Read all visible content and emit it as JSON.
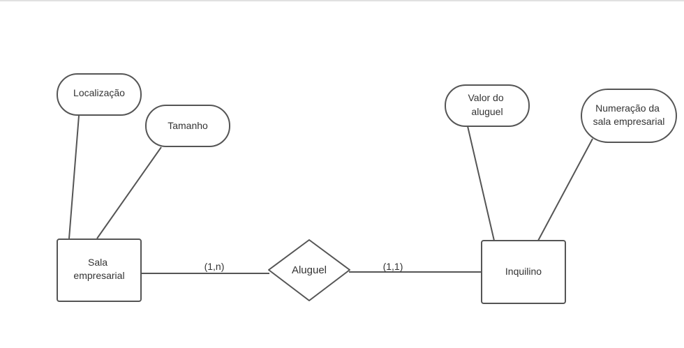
{
  "diagram": {
    "entities": [
      {
        "id": "sala",
        "lines": [
          "Sala",
          "empresarial"
        ]
      },
      {
        "id": "inquilino",
        "lines": [
          "Inquilino"
        ]
      }
    ],
    "relationship": {
      "id": "aluguel",
      "label": "Aluguel"
    },
    "attributes": [
      {
        "id": "localizacao",
        "lines": [
          "Localização"
        ]
      },
      {
        "id": "tamanho",
        "lines": [
          "Tamanho"
        ]
      },
      {
        "id": "valor",
        "lines": [
          "Valor do",
          "aluguel"
        ]
      },
      {
        "id": "numeracao",
        "lines": [
          "Numeração da",
          "sala empresarial"
        ]
      }
    ],
    "cardinalities": [
      {
        "id": "sala-aluguel",
        "label": "(1,n)"
      },
      {
        "id": "aluguel-inquilino",
        "label": "(1,1)"
      }
    ]
  }
}
